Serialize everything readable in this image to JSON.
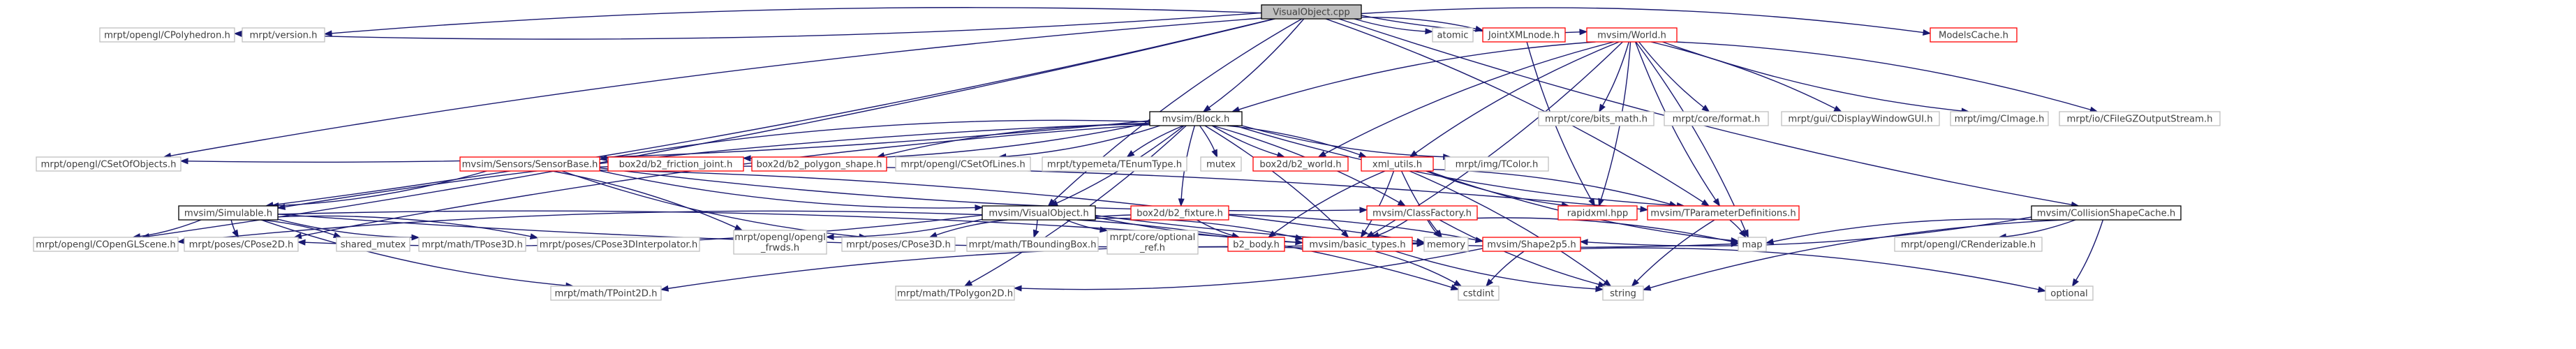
{
  "colors": {
    "edge": "#191970",
    "root_fill": "#bfbfbf",
    "red_border": "#ff0000",
    "black_border": "#000000",
    "grey_border": "#bfbfbf",
    "text": "#3f3f3f"
  },
  "nodes": [
    {
      "id": "n0",
      "label": "VisualObject.cpp",
      "style": "root"
    },
    {
      "id": "n1",
      "label": "mrpt/opengl/CPolyhedron.h",
      "style": "grey"
    },
    {
      "id": "n2",
      "label": "mrpt/version.h",
      "style": "grey"
    },
    {
      "id": "n3",
      "label": "mvsim/Block.h",
      "style": "black"
    },
    {
      "id": "n4",
      "label": "atomic",
      "style": "grey"
    },
    {
      "id": "n5",
      "label": "JointXMLnode.h",
      "style": "red"
    },
    {
      "id": "n6",
      "label": "mvsim/World.h",
      "style": "red"
    },
    {
      "id": "n7",
      "label": "ModelsCache.h",
      "style": "red"
    },
    {
      "id": "n8",
      "label": "mrpt/core/bits_math.h",
      "style": "grey"
    },
    {
      "id": "n9",
      "label": "mrpt/core/format.h",
      "style": "grey"
    },
    {
      "id": "n10",
      "label": "mrpt/gui/CDisplayWindowGUI.h",
      "style": "grey"
    },
    {
      "id": "n11",
      "label": "mrpt/img/CImage.h",
      "style": "grey"
    },
    {
      "id": "n12",
      "label": "mrpt/io/CFileGZOutputStream.h",
      "style": "grey"
    },
    {
      "id": "n13",
      "label": "mrpt/opengl/CSetOfObjects.h",
      "style": "grey"
    },
    {
      "id": "n14",
      "label": "mvsim/Sensors/SensorBase.h",
      "style": "red"
    },
    {
      "id": "n15",
      "label": "box2d/b2_friction_joint.h",
      "style": "red"
    },
    {
      "id": "n16",
      "label": "box2d/b2_polygon_shape.h",
      "style": "red"
    },
    {
      "id": "n17",
      "label": "mrpt/opengl/CSetOfLines.h",
      "style": "grey"
    },
    {
      "id": "n18",
      "label": "mrpt/typemeta/TEnumType.h",
      "style": "grey"
    },
    {
      "id": "n19",
      "label": "mutex",
      "style": "grey"
    },
    {
      "id": "n20",
      "label": "box2d/b2_world.h",
      "style": "red"
    },
    {
      "id": "n21",
      "label": "xml_utils.h",
      "style": "red"
    },
    {
      "id": "n22",
      "label": "mrpt/img/TColor.h",
      "style": "grey"
    },
    {
      "id": "n23",
      "label": "mvsim/Simulable.h",
      "style": "black"
    },
    {
      "id": "n24",
      "label": "mvsim/VisualObject.h",
      "style": "black"
    },
    {
      "id": "n25",
      "label": "box2d/b2_fixture.h",
      "style": "red"
    },
    {
      "id": "n26",
      "label": "mvsim/ClassFactory.h",
      "style": "red"
    },
    {
      "id": "n27",
      "label": "rapidxml.hpp",
      "style": "red"
    },
    {
      "id": "n28",
      "label": "mvsim/TParameterDefinitions.h",
      "style": "red"
    },
    {
      "id": "n29",
      "label": "mvsim/CollisionShapeCache.h",
      "style": "black"
    },
    {
      "id": "n30",
      "label": "mrpt/opengl/COpenGLScene.h",
      "style": "grey"
    },
    {
      "id": "n31",
      "label": "mrpt/poses/CPose2D.h",
      "style": "grey"
    },
    {
      "id": "n32",
      "label": "shared_mutex",
      "style": "grey"
    },
    {
      "id": "n33",
      "label": "mrpt/math/TPose3D.h",
      "style": "grey"
    },
    {
      "id": "n34",
      "label": "mrpt/poses/CPose3DInterpolator.h",
      "style": "grey"
    },
    {
      "id": "n35",
      "label": "mrpt/opengl/opengl\n_frwds.h",
      "style": "grey"
    },
    {
      "id": "n36",
      "label": "mrpt/poses/CPose3D.h",
      "style": "grey"
    },
    {
      "id": "n37",
      "label": "mrpt/math/TBoundingBox.h",
      "style": "grey"
    },
    {
      "id": "n38",
      "label": "mrpt/core/optional\n_ref.h",
      "style": "grey"
    },
    {
      "id": "n39",
      "label": "b2_body.h",
      "style": "red"
    },
    {
      "id": "n40",
      "label": "mvsim/basic_types.h",
      "style": "red"
    },
    {
      "id": "n41",
      "label": "memory",
      "style": "grey"
    },
    {
      "id": "n42",
      "label": "mvsim/Shape2p5.h",
      "style": "red"
    },
    {
      "id": "n43",
      "label": "map",
      "style": "grey"
    },
    {
      "id": "n44",
      "label": "mrpt/opengl/CRenderizable.h",
      "style": "grey"
    },
    {
      "id": "n45",
      "label": "mrpt/math/TPoint2D.h",
      "style": "grey"
    },
    {
      "id": "n46",
      "label": "mrpt/math/TPolygon2D.h",
      "style": "grey"
    },
    {
      "id": "n47",
      "label": "cstdint",
      "style": "grey"
    },
    {
      "id": "n48",
      "label": "string",
      "style": "grey"
    },
    {
      "id": "n49",
      "label": "optional",
      "style": "grey"
    }
  ],
  "edges": [
    [
      "n0",
      "n1"
    ],
    [
      "n0",
      "n2"
    ],
    [
      "n0",
      "n3"
    ],
    [
      "n0",
      "n4"
    ],
    [
      "n0",
      "n5"
    ],
    [
      "n0",
      "n6"
    ],
    [
      "n0",
      "n7"
    ],
    [
      "n0",
      "n13"
    ],
    [
      "n0",
      "n23"
    ],
    [
      "n0",
      "n24"
    ],
    [
      "n0",
      "n28"
    ],
    [
      "n0",
      "n29"
    ],
    [
      "n0",
      "n30"
    ],
    [
      "n6",
      "n3"
    ],
    [
      "n6",
      "n8"
    ],
    [
      "n6",
      "n9"
    ],
    [
      "n6",
      "n10"
    ],
    [
      "n6",
      "n11"
    ],
    [
      "n6",
      "n12"
    ],
    [
      "n6",
      "n20"
    ],
    [
      "n6",
      "n27"
    ],
    [
      "n6",
      "n28"
    ],
    [
      "n6",
      "n43"
    ],
    [
      "n6",
      "n21"
    ],
    [
      "n6",
      "n40"
    ],
    [
      "n5",
      "n27"
    ],
    [
      "n3",
      "n13"
    ],
    [
      "n3",
      "n14"
    ],
    [
      "n3",
      "n15"
    ],
    [
      "n3",
      "n16"
    ],
    [
      "n3",
      "n17"
    ],
    [
      "n3",
      "n18"
    ],
    [
      "n3",
      "n19"
    ],
    [
      "n3",
      "n20"
    ],
    [
      "n3",
      "n21"
    ],
    [
      "n3",
      "n22"
    ],
    [
      "n3",
      "n24"
    ],
    [
      "n3",
      "n25"
    ],
    [
      "n3",
      "n26"
    ],
    [
      "n3",
      "n23"
    ],
    [
      "n3",
      "n40"
    ],
    [
      "n3",
      "n31"
    ],
    [
      "n3",
      "n46"
    ],
    [
      "n3",
      "n28"
    ],
    [
      "n14",
      "n23"
    ],
    [
      "n14",
      "n24"
    ],
    [
      "n14",
      "n35"
    ],
    [
      "n14",
      "n36"
    ],
    [
      "n14",
      "n41"
    ],
    [
      "n14",
      "n26"
    ],
    [
      "n14",
      "n28"
    ],
    [
      "n21",
      "n27"
    ],
    [
      "n21",
      "n28"
    ],
    [
      "n21",
      "n39"
    ],
    [
      "n21",
      "n40"
    ],
    [
      "n21",
      "n41"
    ],
    [
      "n21",
      "n48"
    ],
    [
      "n21",
      "n43"
    ],
    [
      "n23",
      "n30"
    ],
    [
      "n23",
      "n31"
    ],
    [
      "n23",
      "n32"
    ],
    [
      "n23",
      "n33"
    ],
    [
      "n23",
      "n34"
    ],
    [
      "n23",
      "n45"
    ],
    [
      "n23",
      "n40"
    ],
    [
      "n23",
      "n41"
    ],
    [
      "n24",
      "n35"
    ],
    [
      "n24",
      "n36"
    ],
    [
      "n24",
      "n37"
    ],
    [
      "n24",
      "n38"
    ],
    [
      "n24",
      "n40"
    ],
    [
      "n24",
      "n41"
    ],
    [
      "n24",
      "n42"
    ],
    [
      "n24",
      "n43"
    ],
    [
      "n24",
      "n47"
    ],
    [
      "n24",
      "n30"
    ],
    [
      "n24",
      "n31"
    ],
    [
      "n25",
      "n39"
    ],
    [
      "n26",
      "n40"
    ],
    [
      "n26",
      "n41"
    ],
    [
      "n26",
      "n43"
    ],
    [
      "n26",
      "n48"
    ],
    [
      "n28",
      "n43"
    ],
    [
      "n28",
      "n48"
    ],
    [
      "n29",
      "n42"
    ],
    [
      "n29",
      "n43"
    ],
    [
      "n29",
      "n44"
    ],
    [
      "n29",
      "n48"
    ],
    [
      "n29",
      "n49"
    ],
    [
      "n40",
      "n45"
    ],
    [
      "n40",
      "n47"
    ],
    [
      "n40",
      "n48"
    ],
    [
      "n42",
      "n46"
    ],
    [
      "n42",
      "n47"
    ],
    [
      "n42",
      "n49"
    ]
  ]
}
